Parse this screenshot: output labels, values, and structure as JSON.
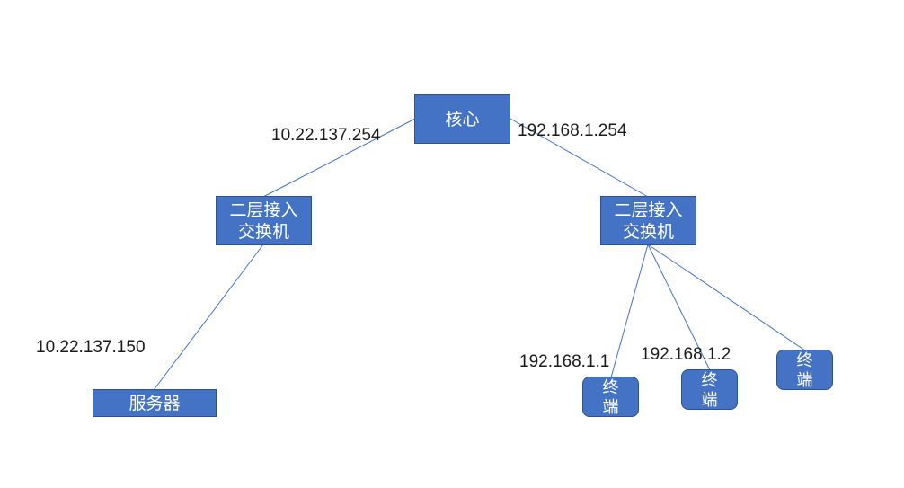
{
  "nodes": {
    "core": "核心",
    "switch_left": {
      "line1": "二层接入",
      "line2": "交换机"
    },
    "switch_right": {
      "line1": "二层接入",
      "line2": "交换机"
    },
    "server": "服务器",
    "terminal_1": {
      "line1": "终",
      "line2": "端"
    },
    "terminal_2": {
      "line1": "终",
      "line2": "端"
    },
    "terminal_3": {
      "line1": "终",
      "line2": "端"
    }
  },
  "ip_labels": {
    "core_left": "10.22.137.254",
    "core_right": "192.168.1.254",
    "server": "10.22.137.150",
    "terminal_1": "192.168.1.1",
    "terminal_2": "192.168.1.2"
  },
  "colors": {
    "box_fill": "#4472c4",
    "box_border": "#2f528f",
    "line": "#4472c4"
  }
}
